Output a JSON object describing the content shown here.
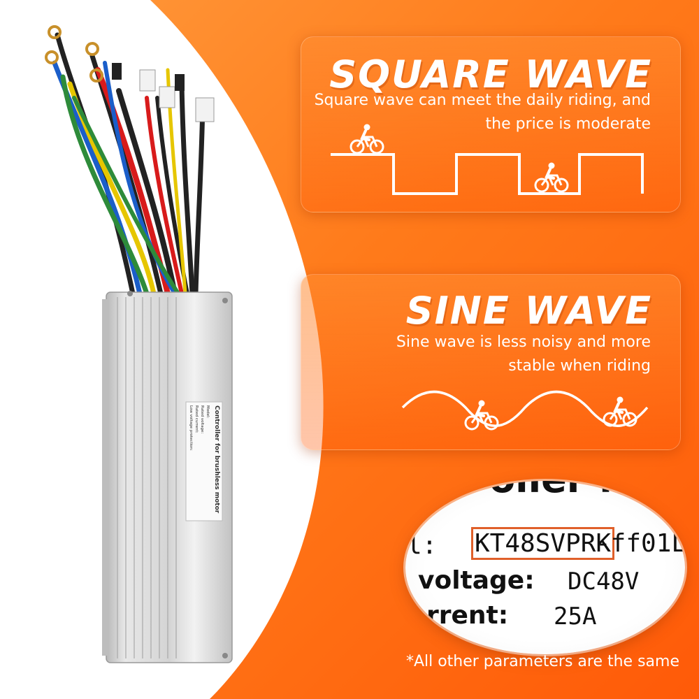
{
  "square_wave": {
    "title": "SQUARE WAVE",
    "desc_line1": "Square wave can meet the daily riding, and",
    "desc_line2": "the price is moderate",
    "icon": "cyclist-icon"
  },
  "sine_wave": {
    "title": "SINE WAVE",
    "desc_line1": "Sine wave is less noisy and more",
    "desc_line2": "stable when riding",
    "icon": "cyclist-icon"
  },
  "product_label": {
    "heading": "Controller for brushless motor",
    "line1": "Model:",
    "line2": "Rated voltage:",
    "line3": "Rated current:",
    "line4": "Low voltage protection:"
  },
  "zoom_label": {
    "top_text": "oller fo",
    "model_prefix": "l:",
    "model": "KT48SVPRK",
    "model_suffix": "-ff01L",
    "voltage_label": "voltage:",
    "voltage_value": "DC48V",
    "current_label": "rrent:",
    "current_value": "25A"
  },
  "footnote": "*All other parameters are the same",
  "colors": {
    "accent_orange": "#ff6a10",
    "highlight_box": "#e0602a",
    "text_white": "#ffffff"
  }
}
